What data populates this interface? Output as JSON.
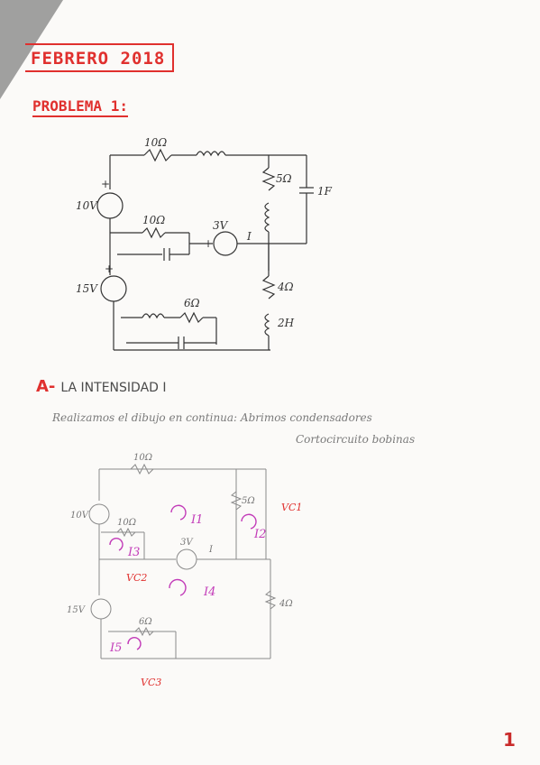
{
  "header": {
    "title": "FEBRERO 2018",
    "problem": "PROBLEMA 1:"
  },
  "circuit1": {
    "labels": {
      "r_top": "10Ω",
      "r_mid": "10Ω",
      "r5": "5Ω",
      "cap": "1F",
      "v10": "10V",
      "v3": "3V",
      "current": "I",
      "v15": "15V",
      "r4": "4Ω",
      "r6": "6Ω",
      "ind": "2H",
      "plus": "+"
    }
  },
  "section_a": {
    "letter": "A-",
    "text": "LA INTENSIDAD I"
  },
  "notes": {
    "line1": "Realizamos el dibujo en continua: Abrimos condensadores",
    "line2": "Cortocircuito bobinas"
  },
  "circuit2": {
    "labels": {
      "r_top": "10Ω",
      "r_mid": "10Ω",
      "r5": "5Ω",
      "v10": "10V",
      "v3": "3V",
      "current": "I",
      "v15": "15V",
      "r4": "4Ω",
      "r6": "6Ω",
      "vc1": "VC1",
      "vc2": "VC2",
      "vc3": "VC3",
      "i1": "I1",
      "i2": "I2",
      "i3": "I3",
      "i4": "I4",
      "i5": "I5"
    }
  },
  "page_number": "1"
}
